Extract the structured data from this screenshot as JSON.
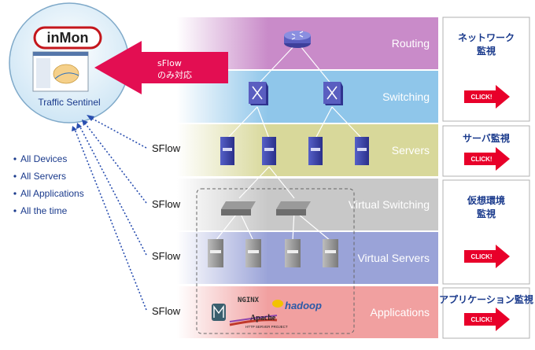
{
  "product": {
    "logo": "inMon",
    "name": "Traffic Sentinel"
  },
  "arrow_label": {
    "line1": "sFlow",
    "line2": "のみ対応"
  },
  "bullets": [
    "All Devices",
    "All Servers",
    "All Applications",
    "All the time"
  ],
  "sflow_label": "SFlow",
  "layers": [
    {
      "label": "Routing",
      "color": "#c98bc9"
    },
    {
      "label": "Switching",
      "color": "#8fc6ea"
    },
    {
      "label": "Servers",
      "color": "#d8d89a"
    },
    {
      "label": "Virtual Switching",
      "color": "#c8c8c8"
    },
    {
      "label": "Virtual Servers",
      "color": "#9aa3d8"
    },
    {
      "label": "Applications",
      "color": "#f1a0a0"
    }
  ],
  "panels": [
    {
      "line1": "ネットワーク",
      "line2": "監視",
      "click": "CLICK!"
    },
    {
      "line1": "サーバ監視",
      "line2": "",
      "click": "CLICK!"
    },
    {
      "line1": "仮想環境",
      "line2": "監視",
      "click": "CLICK!"
    },
    {
      "line1": "アプリケーション監視",
      "line2": "",
      "click": "CLICK!"
    }
  ],
  "app_logos": {
    "nginx": "NGINX",
    "hadoop": "hadoop",
    "apache": "Apache",
    "apache_sub": "HTTP SERVER PROJECT"
  },
  "colors": {
    "accent_red": "#e30e52",
    "brand_red": "#c4161c",
    "dotted_blue": "#2a4fb0"
  }
}
